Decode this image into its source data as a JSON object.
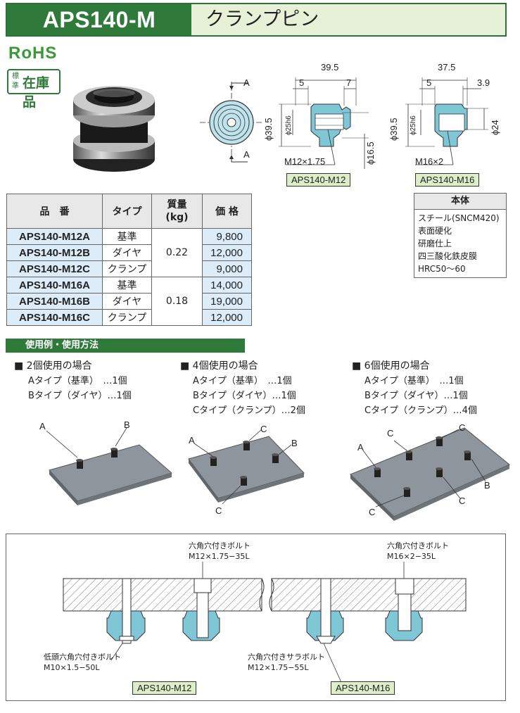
{
  "header": {
    "model": "APS140-M",
    "name": "クランプピン"
  },
  "badges": {
    "rohs": "RoHS",
    "stock_small": "標準",
    "stock_big": "在庫品"
  },
  "drawing_top": {
    "section_a": "A",
    "m12": {
      "len": "39.5",
      "d1": "5",
      "d2": "7",
      "dia": "ϕ39.5",
      "bore": "ϕ25h6",
      "dia_small": "ϕ16.5",
      "thread": "M12×1.75",
      "label": "APS140-M12"
    },
    "m16": {
      "len": "37.5",
      "d1": "5",
      "d2": "3.9",
      "dia": "ϕ39.5",
      "bore": "ϕ25h6",
      "dia_small": "ϕ24",
      "thread": "M16×2",
      "label": "APS140-M16"
    }
  },
  "spec_table": {
    "headers": [
      "品　番",
      "タイプ",
      "質量\n(kg)",
      "価 格"
    ],
    "rows": [
      {
        "code": "APS140-M12A",
        "type": "基準",
        "price": "9,800"
      },
      {
        "code": "APS140-M12B",
        "type": "ダイヤ",
        "price": "12,000"
      },
      {
        "code": "APS140-M12C",
        "type": "クランプ",
        "price": "9,000"
      },
      {
        "code": "APS140-M16A",
        "type": "基準",
        "price": "14,000"
      },
      {
        "code": "APS140-M16B",
        "type": "ダイヤ",
        "price": "19,000"
      },
      {
        "code": "APS140-M16C",
        "type": "クランプ",
        "price": "12,000"
      }
    ],
    "mass_m12": "0.22",
    "mass_m16": "0.18"
  },
  "material": {
    "title": "本体",
    "lines": [
      "スチール(SNCM420)",
      "表面硬化",
      "研磨仕上",
      "四三酸化鉄皮膜",
      "HRC50～60"
    ]
  },
  "usage": {
    "title": "使用例・使用方法",
    "cases": [
      {
        "head": "■ 2個使用の場合",
        "lines": [
          "Aタイプ（基準）　…1個",
          "Bタイプ（ダイヤ）…1個"
        ]
      },
      {
        "head": "■ 4個使用の場合",
        "lines": [
          "Aタイプ（基準）　…1個",
          "Bタイプ（ダイヤ）…1個",
          "Cタイプ（クランプ）…2個"
        ]
      },
      {
        "head": "■ 6個使用の場合",
        "lines": [
          "Aタイプ（基準）　…1個",
          "Bタイプ（ダイヤ）…1個",
          "Cタイプ（クランプ）…4個"
        ]
      }
    ],
    "letters": {
      "a": "A",
      "b": "B",
      "c": "C"
    }
  },
  "mounting": {
    "bolt1": [
      "六角穴付きボルト",
      "M12×1.75−35L"
    ],
    "bolt2": [
      "六角穴付きボルト",
      "M16×2−35L"
    ],
    "bolt3": [
      "低頭六角穴付きボルト",
      "M10×1.5−50L"
    ],
    "bolt4": [
      "六角穴付きサラボルト",
      "M12×1.75−55L"
    ],
    "label_m12": "APS140-M12",
    "label_m16": "APS140-M16"
  },
  "colors": {
    "green": "#2f7a3b",
    "light_green": "#e6f1d8",
    "blue_cell": "#dcecf8",
    "part_fill": "#7fc6d6"
  }
}
